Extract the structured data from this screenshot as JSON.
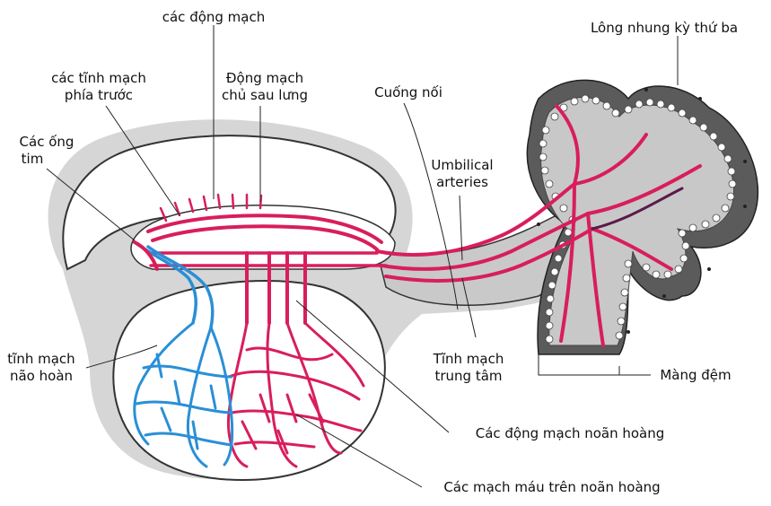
{
  "labels": {
    "cac_dong_mach": "các động mạch",
    "cac_tinh_mach_line1": "các tĩnh mạch",
    "cac_tinh_mach_line2": "phía trước",
    "dong_mach_chu_line1": "Động mạch",
    "dong_mach_chu_line2": "chủ sau lưng",
    "cac_ong_tim_line1": "Các ống",
    "cac_ong_tim_line2": "tim",
    "cuong_noi": "Cuống nối",
    "umbilical_line1": "Umbilical",
    "umbilical_line2": "arteries",
    "long_nhung": "Lông nhung kỳ thứ ba",
    "tinh_mach_nao_hoan_line1": "tĩnh mạch",
    "tinh_mach_nao_hoan_line2": "não hoàn",
    "tinh_mach_trung_tam_line1": "Tĩnh mạch",
    "tinh_mach_trung_tam_line2": "trung tâm",
    "mang_dem": "Màng đệm",
    "dong_mach_noan_hoang": "Các động mạch noãn hoàng",
    "mach_mau_noan_hoang": "Các mạch máu trên noãn hoàng"
  },
  "colors": {
    "artery": "#d81e5b",
    "vein": "#2a8fd6",
    "outline": "#333333",
    "cavity_fill": "#d9d9d9",
    "chorion_dark": "#5a5a5a",
    "chorion_mid": "#bdbdbd"
  }
}
